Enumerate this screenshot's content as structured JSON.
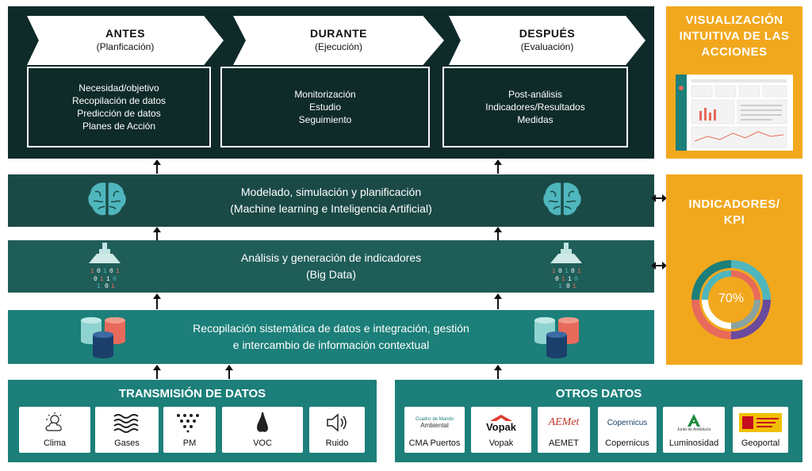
{
  "stages": [
    {
      "title": "ANTES",
      "subtitle": "(Planficación)",
      "items": [
        "Necesidad/objetivo",
        "Recopilación de datos",
        "Predicción de datos",
        "Planes de Acción"
      ]
    },
    {
      "title": "DURANTE",
      "subtitle": "(Ejecución)",
      "items": [
        "Monitorización",
        "Estudio",
        "Seguimiento"
      ]
    },
    {
      "title": "DESPUÉS",
      "subtitle": "(Evaluación)",
      "items": [
        "Post-análisis",
        "Indicadores/Resultados",
        "Medidas"
      ]
    }
  ],
  "layers": {
    "modelado": {
      "line1": "Modelado, simulación y planificación",
      "line2": "(Machine learning e Inteligencia Artificial)",
      "icon": "brain-icon"
    },
    "analisis": {
      "line1": "Análisis y generación de indicadores",
      "line2": "(Big Data)",
      "icon": "data-funnel-icon"
    },
    "recopilacion": {
      "line1": "Recopilación sistemática de datos e integración, gestión",
      "line2": "e intercambio de información contextual",
      "icon": "database-icon"
    }
  },
  "visualizacion": {
    "line1": "VISUALIZACIÓN",
    "line2": "INTUITIVA DE LAS",
    "line3": "ACCIONES",
    "icon": "dashboard-screenshot-icon"
  },
  "kpi": {
    "line1": "INDICADORES/",
    "line2": "KPI",
    "value": "70%",
    "progress": 0.7
  },
  "transmision": {
    "title": "TRANSMISIÓN DE DATOS",
    "items": [
      {
        "label": "Clima",
        "icon": "weather-icon"
      },
      {
        "label": "Gases",
        "icon": "waves-icon"
      },
      {
        "label": "PM",
        "icon": "particles-icon"
      },
      {
        "label": "VOC",
        "icon": "nose-icon"
      },
      {
        "label": "Ruido",
        "icon": "speaker-icon"
      }
    ]
  },
  "otros": {
    "title": "OTROS DATOS",
    "items": [
      {
        "label": "CMA Puertos",
        "logo_text1": "Cuadro de Mando",
        "logo_text2": "Ambiental"
      },
      {
        "label": "Vopak",
        "logo_text1": "Vopak"
      },
      {
        "label": "AEMET",
        "logo_text1": "AEMet"
      },
      {
        "label": "Copernicus",
        "logo_text1": "Copernicus"
      },
      {
        "label": "Luminosidad",
        "logo_text1": "Junta de Andalucía"
      },
      {
        "label": "Geoportal",
        "logo_text1": ""
      }
    ]
  },
  "colors": {
    "dark": "#0e2a29",
    "teal_dark": "#1b4a46",
    "teal_mid": "#1f5d58",
    "teal": "#1c7f79",
    "yellow": "#f2a81d",
    "brain": "#4fb6bd",
    "salmon": "#e86a5a"
  }
}
